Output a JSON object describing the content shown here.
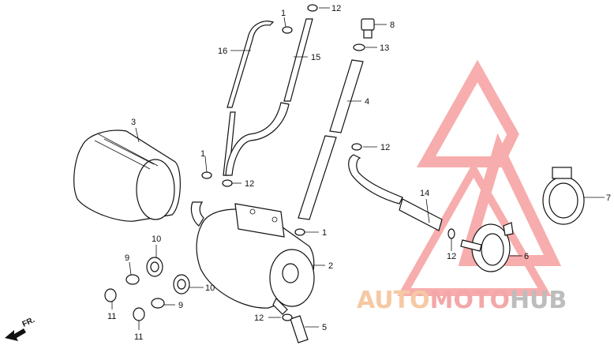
{
  "callouts": [
    {
      "id": "c1a",
      "label": "1"
    },
    {
      "id": "c12a",
      "label": "12"
    },
    {
      "id": "c8",
      "label": "8"
    },
    {
      "id": "c16",
      "label": "16"
    },
    {
      "id": "c13",
      "label": "13"
    },
    {
      "id": "c15",
      "label": "15"
    },
    {
      "id": "c4",
      "label": "4"
    },
    {
      "id": "c3",
      "label": "3"
    },
    {
      "id": "c12b",
      "label": "12"
    },
    {
      "id": "c1b",
      "label": "1"
    },
    {
      "id": "c12c",
      "label": "12"
    },
    {
      "id": "c14",
      "label": "14"
    },
    {
      "id": "c7",
      "label": "7"
    },
    {
      "id": "c1c",
      "label": "1"
    },
    {
      "id": "c10a",
      "label": "10"
    },
    {
      "id": "c2",
      "label": "2"
    },
    {
      "id": "c9a",
      "label": "9"
    },
    {
      "id": "c12d",
      "label": "12"
    },
    {
      "id": "c6",
      "label": "6"
    },
    {
      "id": "c10b",
      "label": "10"
    },
    {
      "id": "c11a",
      "label": "11"
    },
    {
      "id": "c9b",
      "label": "9"
    },
    {
      "id": "c11b",
      "label": "11"
    },
    {
      "id": "c12e",
      "label": "12"
    },
    {
      "id": "c5",
      "label": "5"
    }
  ],
  "direction_marker": {
    "label": "FR."
  },
  "watermark": {
    "part1": "AUTO",
    "part2": "MOTO",
    "part3": "HUB",
    "color_auto": "#f6c9a3",
    "color_moto": "#f4a7a7",
    "color_hub": "#bdbdbd",
    "triangle_color": "#f26b6b"
  }
}
